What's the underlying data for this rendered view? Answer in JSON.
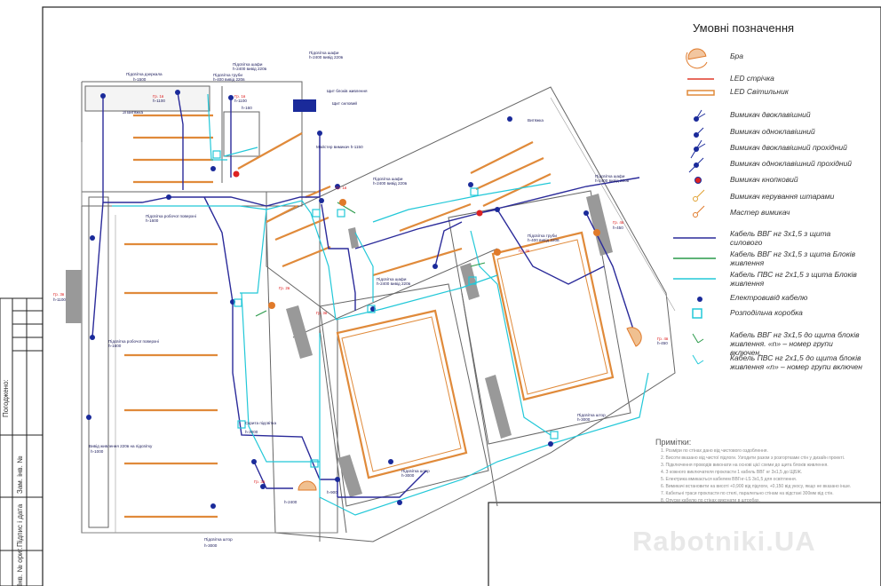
{
  "legend": {
    "title": "Умовні позначення",
    "items": [
      {
        "label": "Бра",
        "icon": "wall-lamp-icon"
      },
      {
        "label": "LED стрічка",
        "icon": "led-strip-icon",
        "color": "#e03a2a"
      },
      {
        "label": "LED Світильник",
        "icon": "led-lamp-icon",
        "color": "#e08a3a"
      },
      {
        "label": "Вимикач двоклавішний",
        "icon": "double-switch-icon"
      },
      {
        "label": "Вимикач одноклавішний",
        "icon": "single-switch-icon"
      },
      {
        "label": "Вимикач двоклавішний прохідний",
        "icon": "double-pass-switch-icon"
      },
      {
        "label": "Вимикач одноклавішний прохідний",
        "icon": "single-pass-switch-icon"
      },
      {
        "label": "Вимикач кнопковий",
        "icon": "button-switch-icon"
      },
      {
        "label": "Вимикач керування штарами",
        "icon": "curtain-switch-icon"
      },
      {
        "label": "Мастер вимикач",
        "icon": "master-switch-icon"
      },
      {
        "label": "Кабель ВВГ нг 3х1,5 з щита силового",
        "icon": "cable-vvg-icon",
        "color": "#2b2b9a"
      },
      {
        "label": "Кабель ВВГ нг 3х1,5 з щита Блоків живлення",
        "icon": "cable-vvg-blocks-icon",
        "color": "#2a9a4a"
      },
      {
        "label": "Кабель ПВС нг 2х1,5 з щита Блоків живлення",
        "icon": "cable-pvs-icon",
        "color": "#22c8d8"
      },
      {
        "label": "Електровивід кабелю",
        "icon": "cable-outlet-icon"
      },
      {
        "label": "Розподільча коробка",
        "icon": "junction-box-icon"
      },
      {
        "label": "Кабель ВВГ нг 3х1,5 до щита блоків живлення. «n» – номер групи включен.",
        "icon": "cable-group-vvg-icon"
      },
      {
        "label": "Кабель ПВС нг 2х1,5 до щита блоків живлення «n» – номер групи включен",
        "icon": "cable-group-pvs-icon"
      }
    ]
  },
  "notes": {
    "title": "Примітки:",
    "items": [
      "1. Розміри по стінах дано від чистового оздоблення.",
      "2. Висоти вказано від чистої підлоги. Узгодити разом з розгортками стін у дизайн проекті.",
      "3. Підключення проводів виконати на основі цієї схеми до щита блоків живлення.",
      "4. З кожного виключателя прокласти 1 кабель ВВГ нг 3х1,5 до ЩБЖ.",
      "5. Електрика вмикається кабелем ВВГнг-LS 3х1,5 для освітлення.",
      "6. Вимикачі встановити на висоті +0,900 від підлоги, +0,150 від укосу, якщо не вказано інше.",
      "7. Кабельні траси прокласти по стелі, паралельно стінам на відстані 300мм від стін.",
      "8. Опуски кабелю по стінах виконати в штробах."
    ]
  },
  "plan_labels": [
    {
      "text": "Підсвітка дзеркала"
    },
    {
      "text": "h-1500"
    },
    {
      "text": "Підсвітка шафи"
    },
    {
      "text": "h-2400 вивід 220в"
    },
    {
      "text": "Підсвітка шафи"
    },
    {
      "text": "h-2400 вивід 220в"
    },
    {
      "text": "Підсвітка труби"
    },
    {
      "text": "h-400 вивід 220в"
    },
    {
      "text": "Гр. 1в",
      "red": true
    },
    {
      "text": "h-1100"
    },
    {
      "text": "Гр. 1в",
      "red": true
    },
    {
      "text": "h-1100"
    },
    {
      "text": "h-160"
    },
    {
      "text": "Щит блоків живлення"
    },
    {
      "text": "Щит силовий"
    },
    {
      "text": "Зі Витяжка"
    },
    {
      "text": "Витяжка"
    },
    {
      "text": "Майстер вимикач h-1150"
    },
    {
      "text": "Підсвітка шафи"
    },
    {
      "text": "h-2400 вивід 220в"
    },
    {
      "text": "Підсвітка робочої поверхні"
    },
    {
      "text": "h-1600"
    },
    {
      "text": "Гр. 3в",
      "red": true
    },
    {
      "text": "h-1100"
    },
    {
      "text": "Підсвітка робочої поверхні"
    },
    {
      "text": "h-1600"
    },
    {
      "text": "Вивід живлення 220в на підсвітку"
    },
    {
      "text": "h-1000"
    },
    {
      "text": "Гр. 2в",
      "red": true
    },
    {
      "text": "Гр. 3в",
      "red": true
    },
    {
      "text": "Підсвітка шафи"
    },
    {
      "text": "h-2400 вивід 220в"
    },
    {
      "text": "Підсвітка шафи"
    },
    {
      "text": "h-2400 вивід 220в"
    },
    {
      "text": "Підсвітка труби"
    },
    {
      "text": "h-400 вивід 220в"
    },
    {
      "text": "Гр. 4в",
      "red": true
    },
    {
      "text": "h-450"
    },
    {
      "text": "Гр. 4в",
      "red": true
    },
    {
      "text": "h-450"
    },
    {
      "text": "Гр. 1в",
      "red": true
    },
    {
      "text": "Гр. 4в",
      "red": true
    },
    {
      "text": "Скрита підсвітка"
    },
    {
      "text": "h-3000"
    },
    {
      "text": "Підсвітка штор"
    },
    {
      "text": "h-3000"
    },
    {
      "text": "Підсвітка штор"
    },
    {
      "text": "h-3000"
    },
    {
      "text": "Підсвітка штор"
    },
    {
      "text": "h-3000"
    },
    {
      "text": "h-900"
    },
    {
      "text": "h-2400"
    },
    {
      "text": "Гр. 3в",
      "red": true
    }
  ],
  "title_block": {
    "labels": [
      "Погоджено:",
      "Зам. інв. №",
      "Підпис і дата",
      "Інв. № ориг."
    ]
  },
  "watermark": "Rabotniki.UA"
}
